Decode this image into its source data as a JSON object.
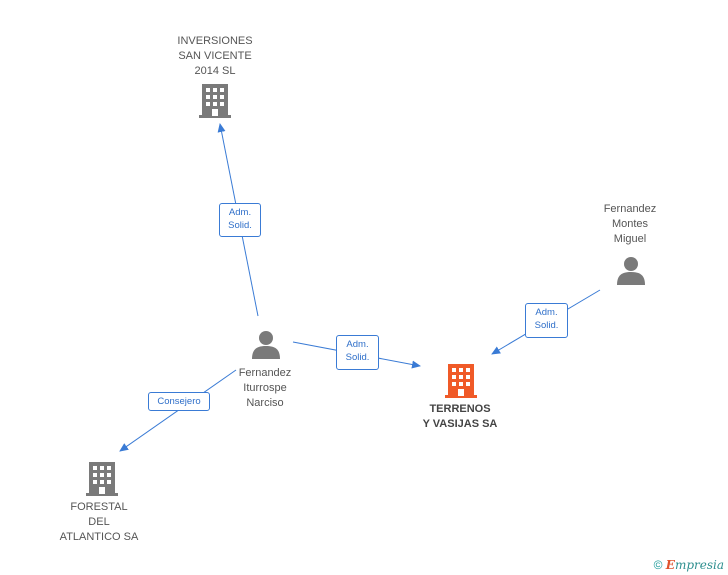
{
  "nodes": {
    "inversiones": "INVERSIONES\nSAN VICENTE\n2014  SL",
    "montes": "Fernandez\nMontes\nMiguel",
    "iturrospe": "Fernandez\nIturrospe\nNarciso",
    "terrenos": "TERRENOS\nY VASIJAS SA",
    "forestal": "FORESTAL\nDEL\nATLANTICO SA"
  },
  "edges": {
    "adm_solid_1": "Adm.\nSolid.",
    "adm_solid_2": "Adm.\nSolid.",
    "adm_solid_3": "Adm.\nSolid.",
    "consejero": "Consejero"
  },
  "footer": {
    "copyright": "©",
    "brand_first": "E",
    "brand_rest": "mpresia"
  },
  "colors": {
    "edge": "#3a7bd5",
    "company": "#7a7a7a",
    "main_company": "#f05a28",
    "person": "#7a7a7a"
  }
}
